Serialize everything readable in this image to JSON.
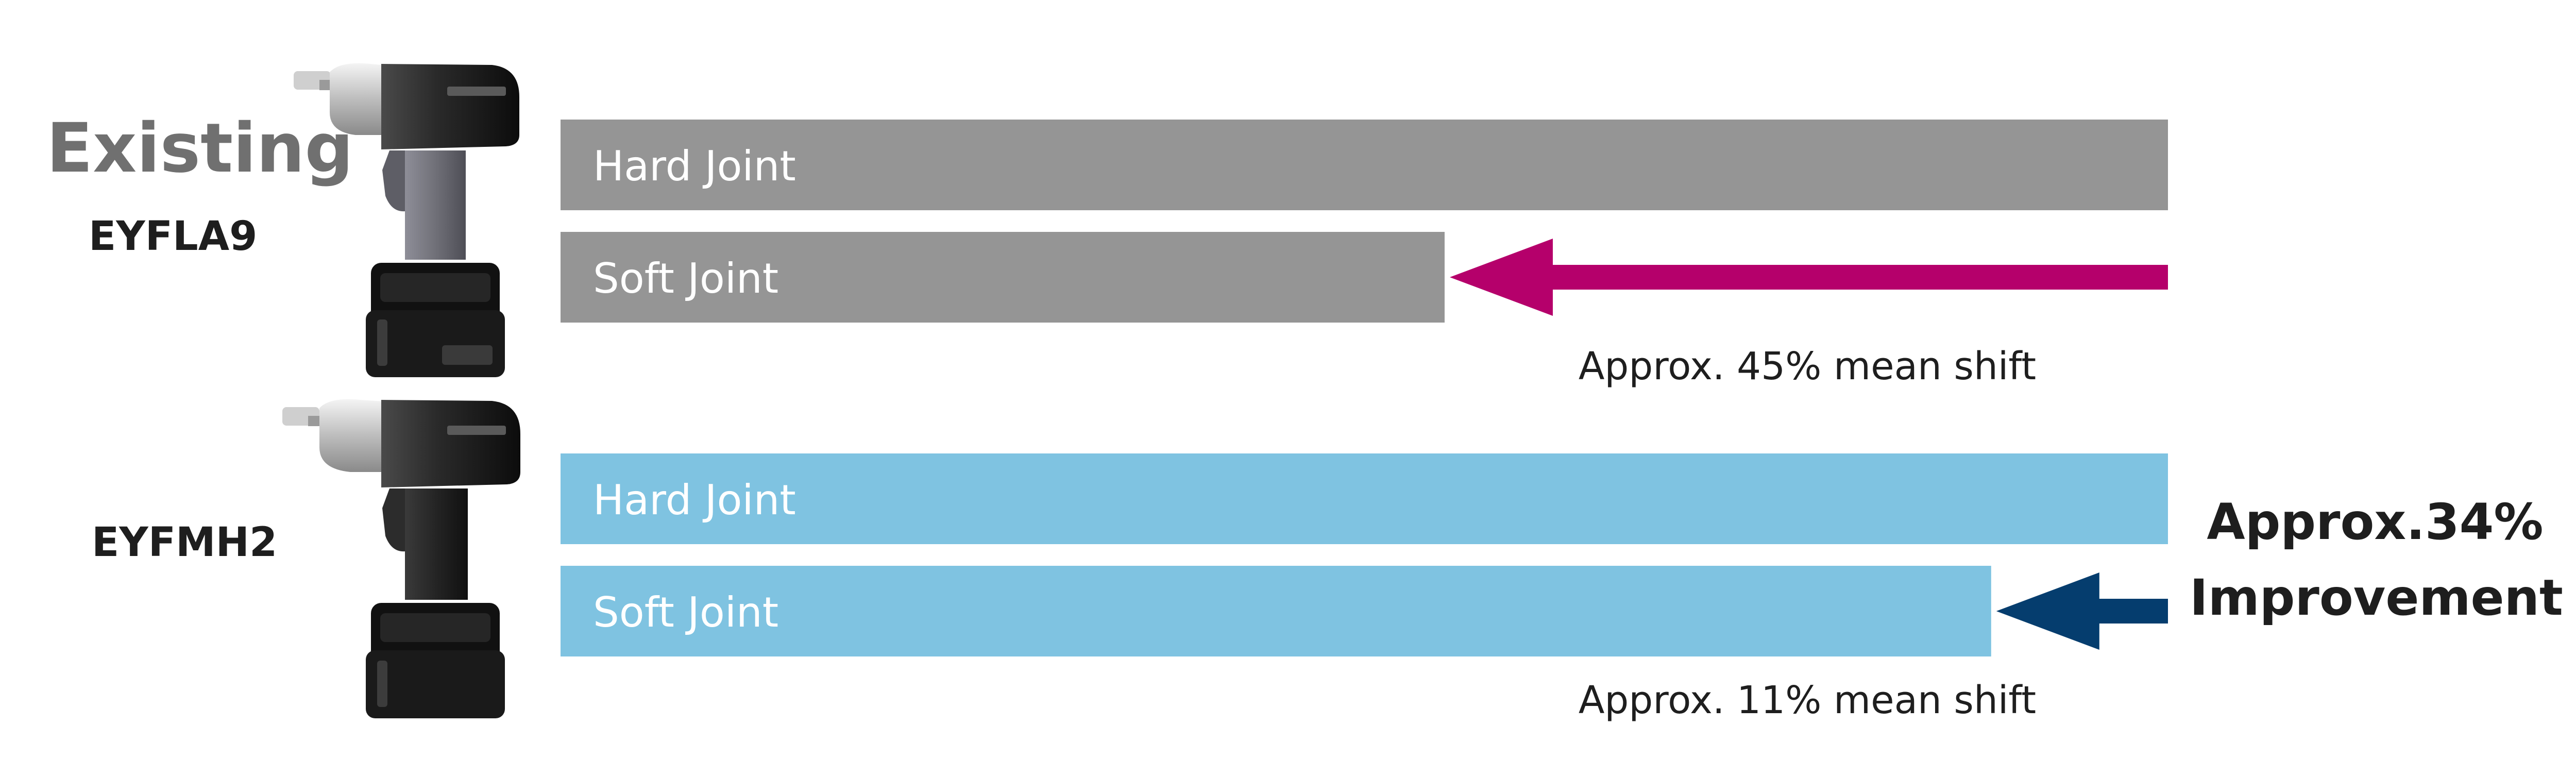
{
  "groups": [
    {
      "tag": "Existing",
      "model": "EYFLA9"
    },
    {
      "model": "EYFMH2"
    }
  ],
  "improvement": {
    "line1": "Approx.34%",
    "line2": "Improvement"
  },
  "colors": {
    "existing_bar": "#959595",
    "new_bar": "#7fc3e1",
    "shift_arrow_existing": "#b5006b",
    "shift_arrow_new": "#053d6e",
    "bar_label": "#ffffff",
    "text": "#1e1e1e"
  },
  "icons": {
    "tool_existing": "cordless-impact-wrench-icon",
    "tool_new": "cordless-impact-wrench-icon"
  },
  "chart_data": {
    "type": "bar",
    "orientation": "horizontal",
    "xlim": [
      0,
      100
    ],
    "groups": [
      "EYFLA9",
      "EYFMH2"
    ],
    "bars": [
      {
        "group": "EYFLA9",
        "label": "Hard Joint",
        "value": 100
      },
      {
        "group": "EYFLA9",
        "label": "Soft Joint",
        "value": 55
      },
      {
        "group": "EYFMH2",
        "label": "Hard Joint",
        "value": 100
      },
      {
        "group": "EYFMH2",
        "label": "Soft Joint",
        "value": 89
      }
    ],
    "annotations": [
      {
        "group": "EYFLA9",
        "text": "Approx. 45% mean shift",
        "from": 100,
        "to": 55
      },
      {
        "group": "EYFMH2",
        "text": "Approx. 11% mean shift",
        "from": 100,
        "to": 89
      }
    ]
  }
}
